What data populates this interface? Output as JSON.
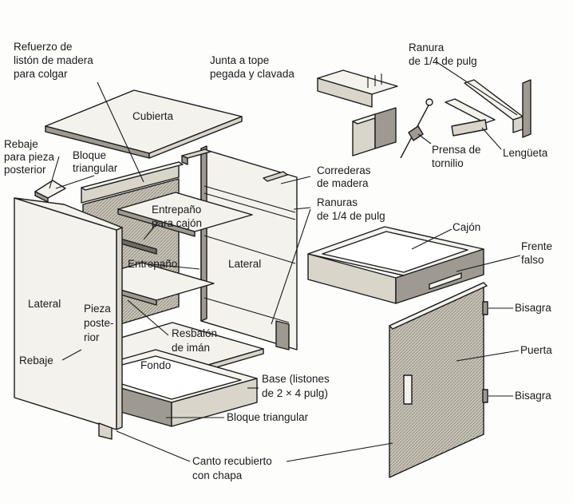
{
  "labels": {
    "refuerzo": [
      "Refuerzo de",
      "listón de madera",
      "para colgar"
    ],
    "cubierta": "Cubierta",
    "rebaje_pieza": [
      "Rebaje",
      "para pieza",
      "posterior"
    ],
    "bloque_triangular_top": [
      "Bloque",
      "triangular"
    ],
    "junta": [
      "Junta a tope",
      "pegada y clavada"
    ],
    "ranura_top": [
      "Ranura",
      "de 1/4 de pulg"
    ],
    "prensa": [
      "Prensa de",
      "tornilio"
    ],
    "lengueta": "Lengüeta",
    "correderas": [
      "Correderas",
      "de madera"
    ],
    "ranuras": [
      "Ranuras",
      "de 1/4 de pulg"
    ],
    "entrepano_cajon": [
      "Entrepaño",
      "para cajón"
    ],
    "entrepano": "Entrepaño",
    "lateral_right": "Lateral",
    "lateral_left": "Lateral",
    "pieza_posterior": [
      "Pieza",
      "poste-",
      "rior"
    ],
    "resbalon": [
      "Resbalón",
      "de imán"
    ],
    "rebaje": "Rebaje",
    "fondo": "Fondo",
    "base": [
      "Base (listones",
      "de 2 × 4 pulg)"
    ],
    "bloque_triangular_bottom": "Bloque triangular",
    "canto": [
      "Canto recubierto",
      "con chapa"
    ],
    "cajon": "Cajón",
    "frente_falso": [
      "Frente",
      "falso"
    ],
    "bisagra_top": "Bisagra",
    "puerta": "Puerta",
    "bisagra_bottom": "Bisagra"
  }
}
